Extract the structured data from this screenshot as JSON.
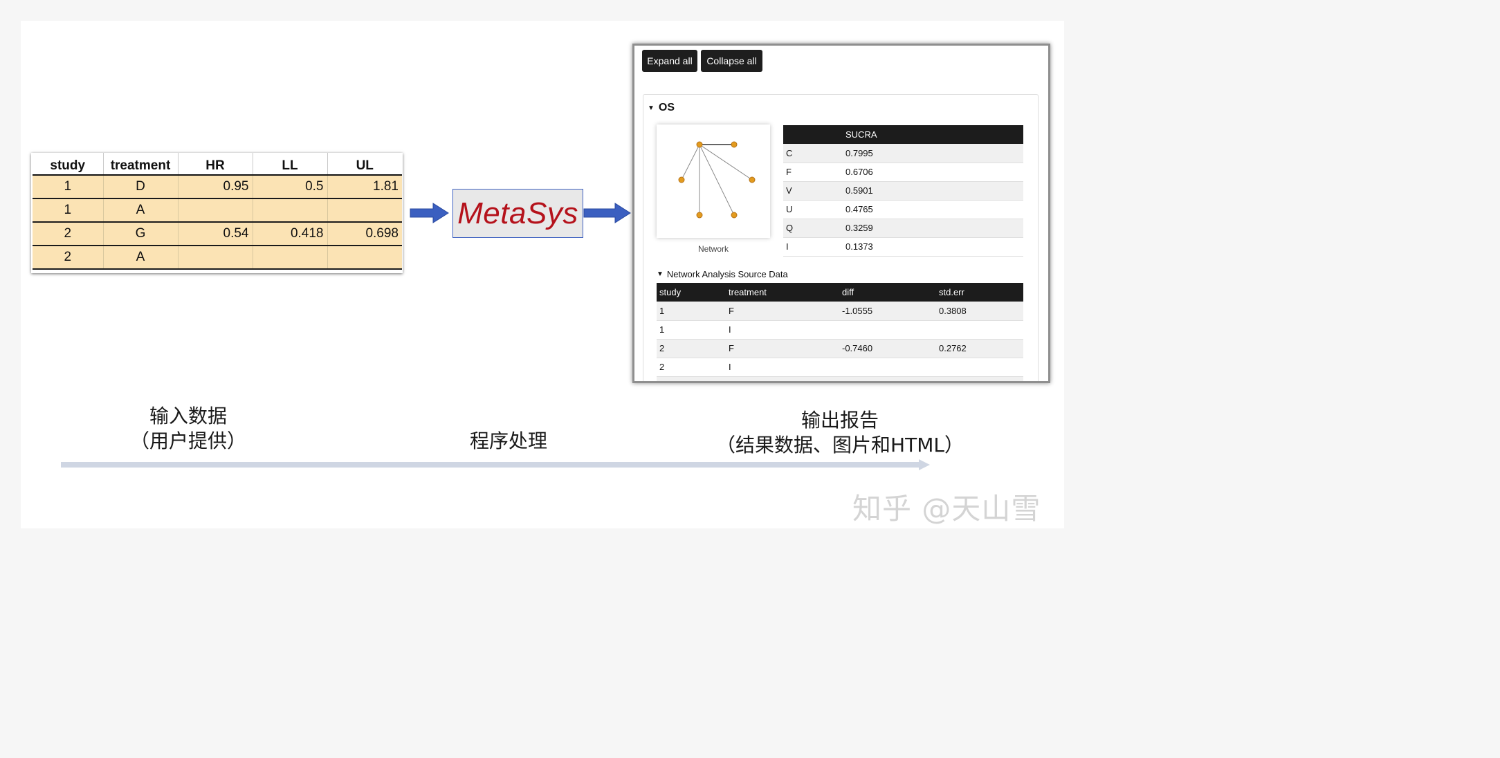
{
  "input_table": {
    "headers": [
      "study",
      "treatment",
      "HR",
      "LL",
      "UL"
    ],
    "rows": [
      [
        "1",
        "D",
        "0.95",
        "0.5",
        "1.81"
      ],
      [
        "1",
        "A",
        "",
        "",
        ""
      ],
      [
        "2",
        "G",
        "0.54",
        "0.418",
        "0.698"
      ],
      [
        "2",
        "A",
        "",
        "",
        ""
      ]
    ]
  },
  "processor": {
    "name": "MetaSys"
  },
  "report": {
    "buttons": {
      "expand": "Expand all",
      "collapse": "Collapse all"
    },
    "section_title": "OS",
    "network_caption": "Network",
    "sucra_table": {
      "headers": [
        "",
        "SUCRA"
      ],
      "rows": [
        [
          "C",
          "0.7995"
        ],
        [
          "F",
          "0.6706"
        ],
        [
          "V",
          "0.5901"
        ],
        [
          "U",
          "0.4765"
        ],
        [
          "Q",
          "0.3259"
        ],
        [
          "I",
          "0.1373"
        ]
      ]
    },
    "source_title": "Network Analysis Source Data",
    "source_table": {
      "headers": [
        "study",
        "treatment",
        "diff",
        "std.err"
      ],
      "rows": [
        [
          "1",
          "F",
          "-1.0555",
          "0.3808"
        ],
        [
          "1",
          "I",
          "",
          ""
        ],
        [
          "2",
          "F",
          "-0.7460",
          "0.2762"
        ],
        [
          "2",
          "I",
          "",
          ""
        ]
      ]
    }
  },
  "labels": {
    "input_line1": "输入数据",
    "input_line2": "（用户提供）",
    "process": "程序处理",
    "output_line1": "输出报告",
    "output_line2": "（结果数据、图片和HTML）"
  },
  "watermark": "知乎 @天山雪",
  "colors": {
    "table_fill": "#fbe3b4",
    "arrow_blue": "#3b5fc0",
    "brand_red": "#b5121b",
    "timeline": "#cfd6e3",
    "node_orange": "#e39b1e"
  }
}
